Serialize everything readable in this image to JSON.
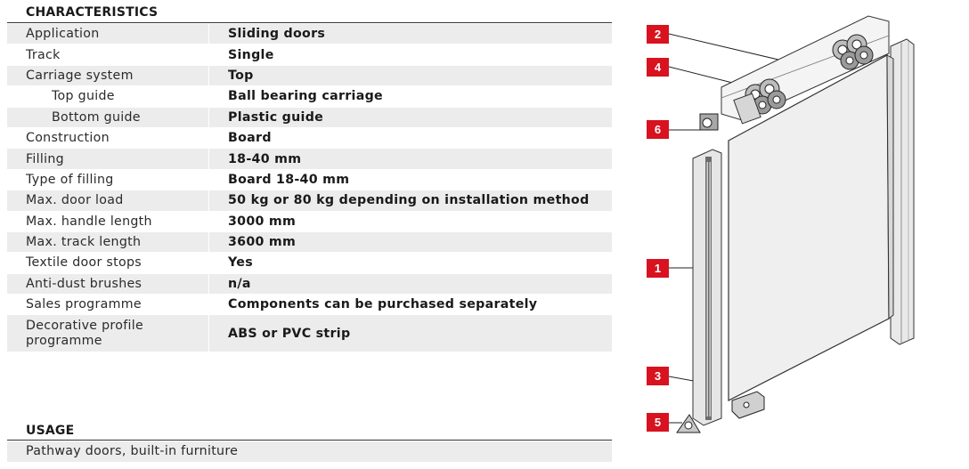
{
  "characteristics": {
    "heading": "CHARACTERISTICS",
    "rows": [
      {
        "label": "Application",
        "value": "Sliding doors"
      },
      {
        "label": "Track",
        "value": "Single"
      },
      {
        "label": "Carriage system",
        "value": "Top"
      },
      {
        "label": "Top guide",
        "value": "Ball bearing carriage"
      },
      {
        "label": "Bottom guide",
        "value": "Plastic guide"
      },
      {
        "label": "Construction",
        "value": "Board"
      },
      {
        "label": "Filling",
        "value": "18-40 mm"
      },
      {
        "label": "Type of filling",
        "value": "Board 18-40 mm"
      },
      {
        "label": "Max. door load",
        "value": "50 kg or 80 kg depending on installation method"
      },
      {
        "label": "Max. handle length",
        "value": "3000 mm"
      },
      {
        "label": "Max. track length",
        "value": "3600 mm"
      },
      {
        "label": "Textile door stops",
        "value": "Yes"
      },
      {
        "label": "Anti-dust brushes",
        "value": "n/a"
      },
      {
        "label": "Sales programme",
        "value": "Components can be purchased separately"
      },
      {
        "label": "Decorative profile programme",
        "value": "ABS or PVC strip"
      }
    ]
  },
  "usage": {
    "heading": "USAGE",
    "text": "Pathway doors, built-in furniture"
  },
  "diagram": {
    "callouts": [
      "2",
      "4",
      "6",
      "1",
      "3",
      "5"
    ],
    "accent_color": "#d8121f"
  }
}
